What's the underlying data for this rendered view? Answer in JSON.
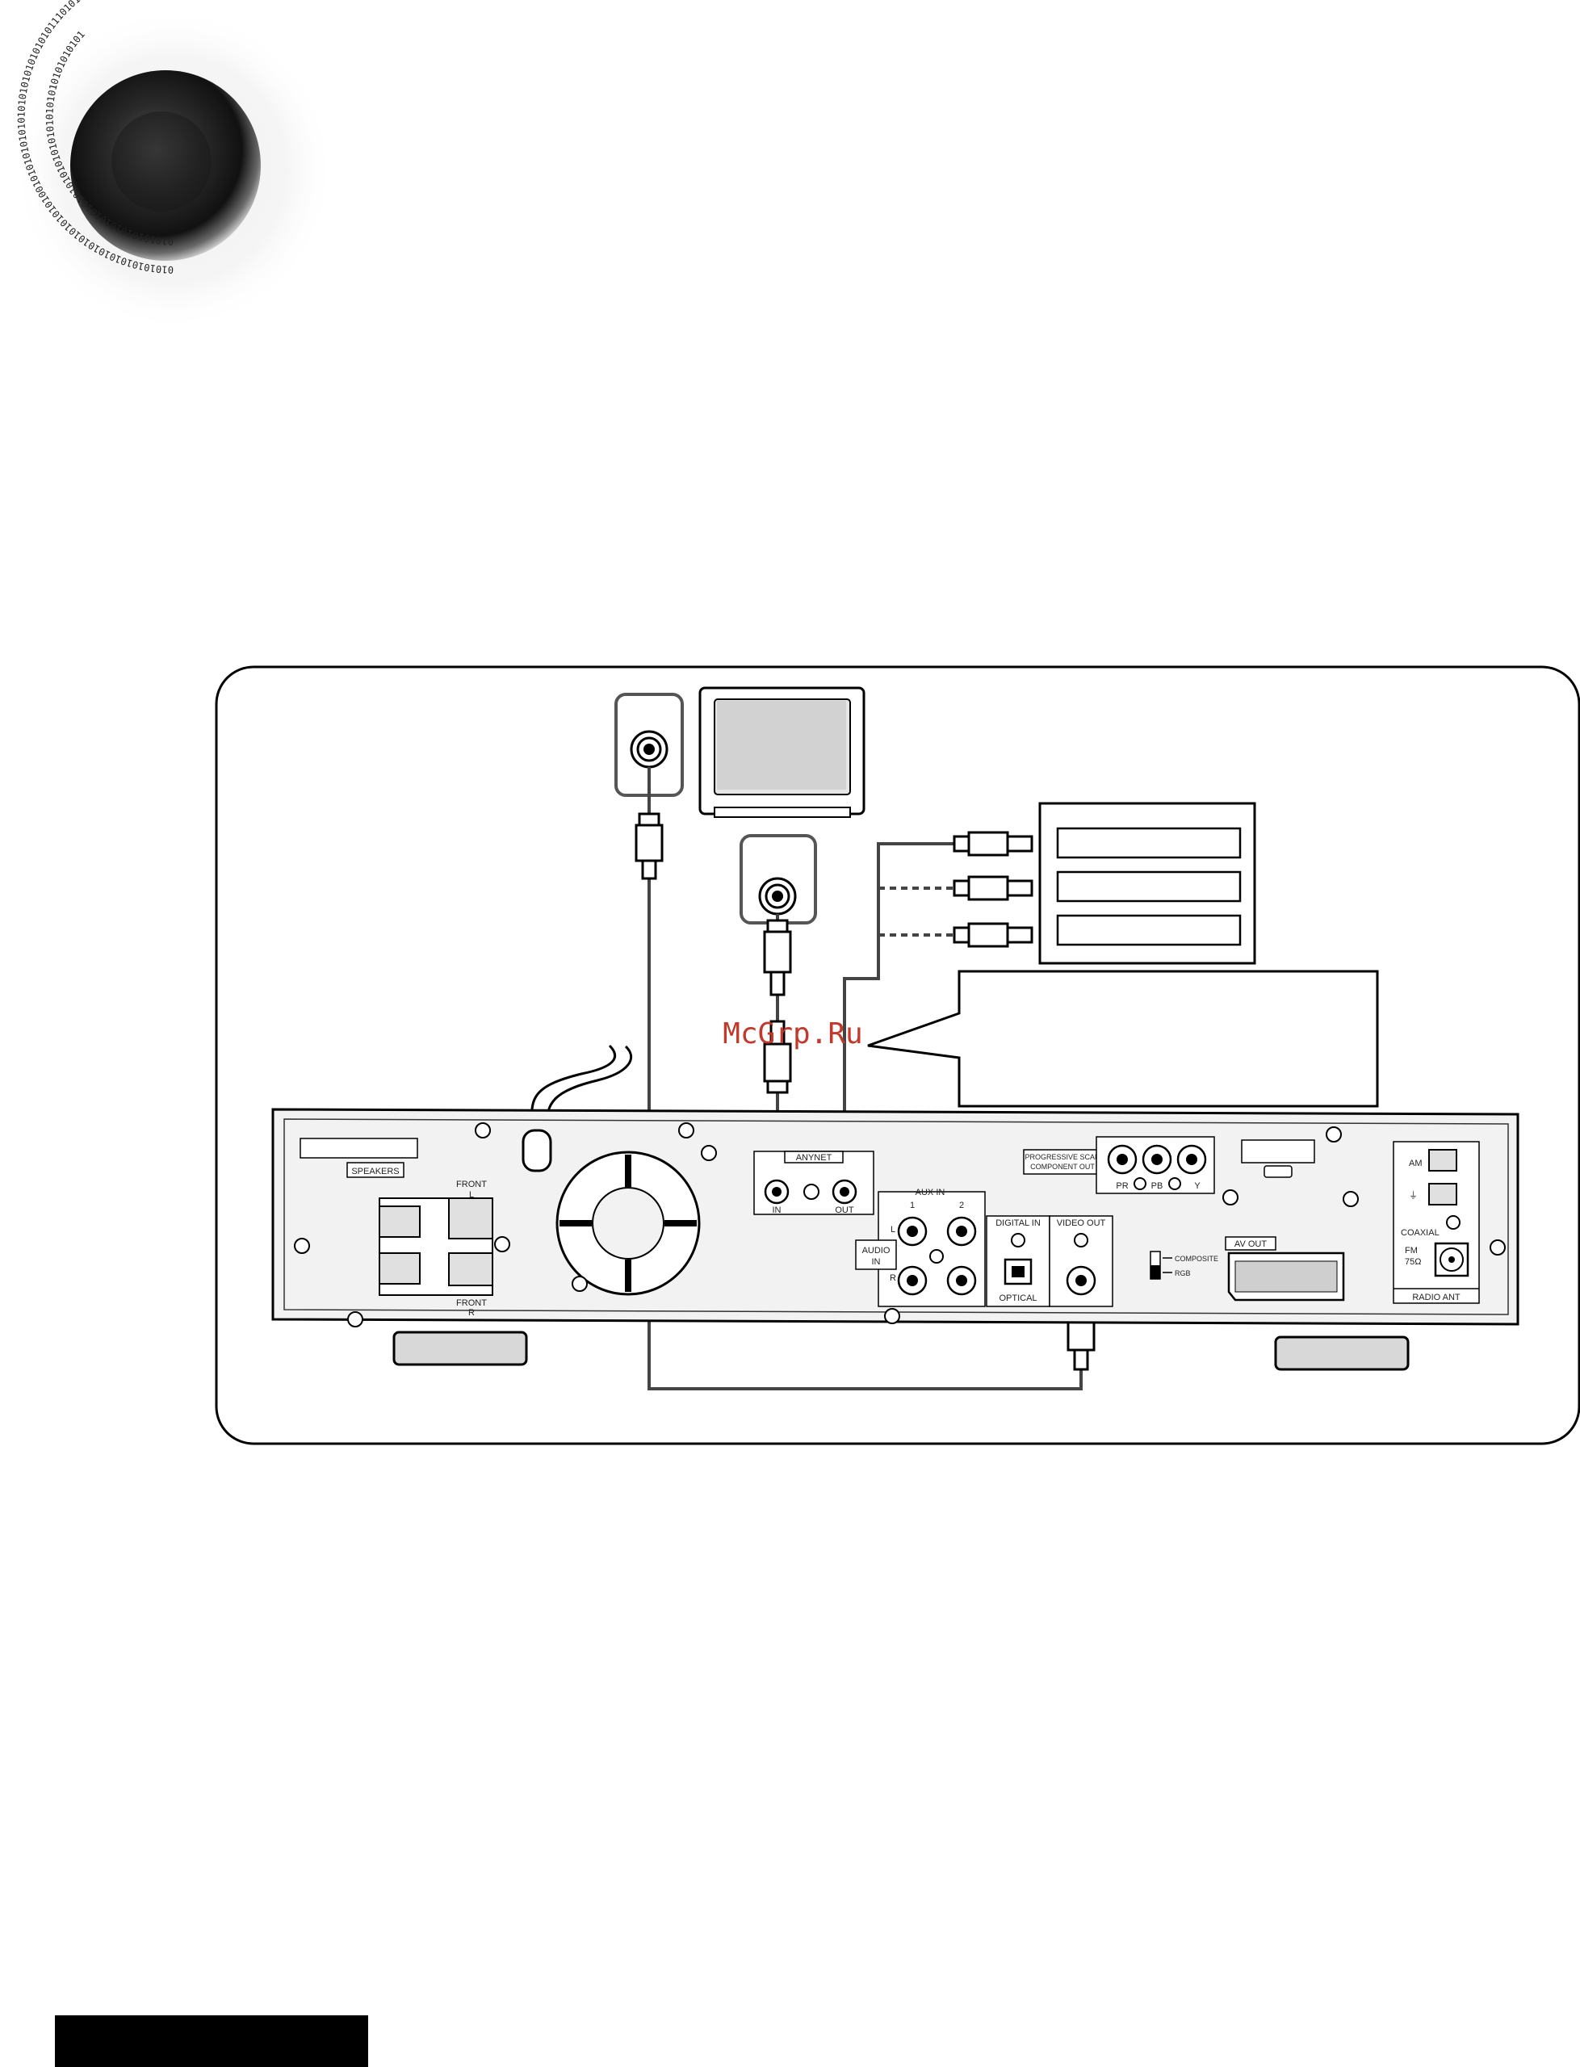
{
  "logo": {
    "binary_ring_outer": "0101010101010101010101010100101010101010101010101010101011101010101",
    "binary_ring_inner": "010101010101010101010101010101010101010101010101"
  },
  "watermark": {
    "text": "McGrp.Ru",
    "color": "#c0392b"
  },
  "receiver": {
    "speakers_label": "SPEAKERS",
    "front_l_label": "FRONT",
    "front_l_mark": "L",
    "front_r_label": "FRONT",
    "front_r_mark": "R",
    "anynet_label": "ANYNET",
    "anynet_in": "IN",
    "anynet_out": "OUT",
    "aux_in_label": "AUX  IN",
    "aux_1": "1",
    "aux_2": "2",
    "aux_l": "L",
    "aux_r": "R",
    "audio_in_label_1": "AUDIO",
    "audio_in_label_2": "IN",
    "digital_in_label": "DIGITAL IN",
    "optical_label": "OPTICAL",
    "video_out_label": "VIDEO OUT",
    "progressive_label_1": "PROGRESSIVE SCAN",
    "progressive_label_2": "COMPONENT OUT",
    "pr_label": "PR",
    "pb_label": "PB",
    "y_label": "Y",
    "composite_label": "COMPOSITE",
    "rgb_label": "RGB",
    "av_out_label": "AV OUT",
    "am_label": "AM",
    "coaxial_label": "COAXIAL",
    "fm_label_1": "FM",
    "fm_label_2": "75Ω",
    "radio_ant_label": "RADIO ANT"
  }
}
